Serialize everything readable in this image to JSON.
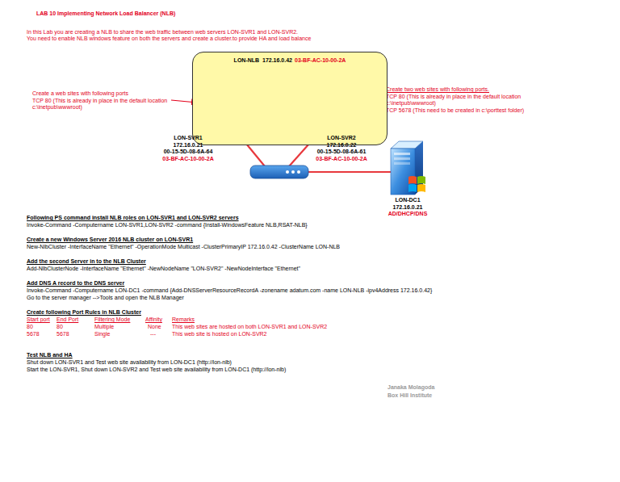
{
  "diagram": {
    "title": "LAB 10 Implementing Network Load Balancer (NLB)",
    "nodes": [
      {
        "text": [
          "LON-NLB  172.16.0.42",
          "03-BF-AC-10-00-2A"
        ]
      },
      {
        "text": [
          "LON-SVR1",
          "172.16.0.21",
          "00-15-5D-08-6A-64",
          "03-BF-AC-10-00-2A"
        ],
        "in": 0
      },
      {
        "text": [
          "LON-SVR2",
          "172.16.0.22",
          "00-15-5D-08-6A-61",
          "03-BF-AC-10-00-2A"
        ],
        "in": 0
      },
      {
        "text": [
          "LON-DC1",
          "172.16.0.21",
          "AD/DHCP/DNS"
        ]
      }
    ],
    "labels": [
      "In this Lab you are creating a NLB to share the web traffic between web servers LON-SVR1 and LON-SVR2.",
      "You need to enable NLB windows feature on both the servers and create a cluster.to provide HA and load balance",
      "Create a web sites with following ports",
      "TCP 80 (This is already in place in the default location c:\\inetpub\\wwwroot)",
      "Create two web sites with following ports.",
      "TCP 80 (This is already in place in the default location c:\\inetpub\\wwwroot)",
      "TCP 5678 (This need to be created in c:\\porttest folder)",
      "Following PS command install NLB roles on LON-SVR1 and LON-SVR2 servers",
      "Invoke-Command -Computername LON-SVR1,LON-SVR2 -command {Install-WindowsFeature NLB,RSAT-NLB}",
      "Create a new Windows Server 2016 NLB cluster on LON-SVR1",
      "New-NlbCluster -InterfaceName \"Ethernet\" -OperationMode Multicast -ClusterPrimaryIP 172.16.0.42 -ClusterName LON-NLB",
      "Add the second Server in to the NLB Cluster",
      "Add-NlbClusterNode -InterfaceName \"Ethernet\" -NewNodeName \"LON-SVR2\" -NewNodeInterface \"Ethernet\"",
      "Add DNS A record to the DNS server",
      "Invoke-Command -Computername LON-DC1 -command {Add-DNSServerResourceRecordA -zonename adatum.com -name LON-NLB -ipv4Address 172.16.0.42}",
      "Go to the server manager -->Tools and open the NLB Manager",
      "Create following Port Rules in NLB Cluster",
      "Start port",
      "End Port",
      "Filtering Mode",
      "Affinity",
      "Remarks",
      "80",
      "80",
      "Multiple",
      "None",
      "This web sites are hosted on both LON-SVR1 and LON-SVR2",
      "5678",
      "5678",
      "Single",
      "---",
      "This web site is hosted on LON-SVR2",
      "Test NLB and HA",
      "Shut down LON-SVR1 and Test web site availability from LON-DC1 (http://lon-nlb)",
      "Start the LON-SVR1, Shut down LON-SVR2 and Test web site availability from LON-DC1 (http://lon-nlb)",
      "Janaka Molagoda",
      "Box Hill Institute"
    ]
  }
}
